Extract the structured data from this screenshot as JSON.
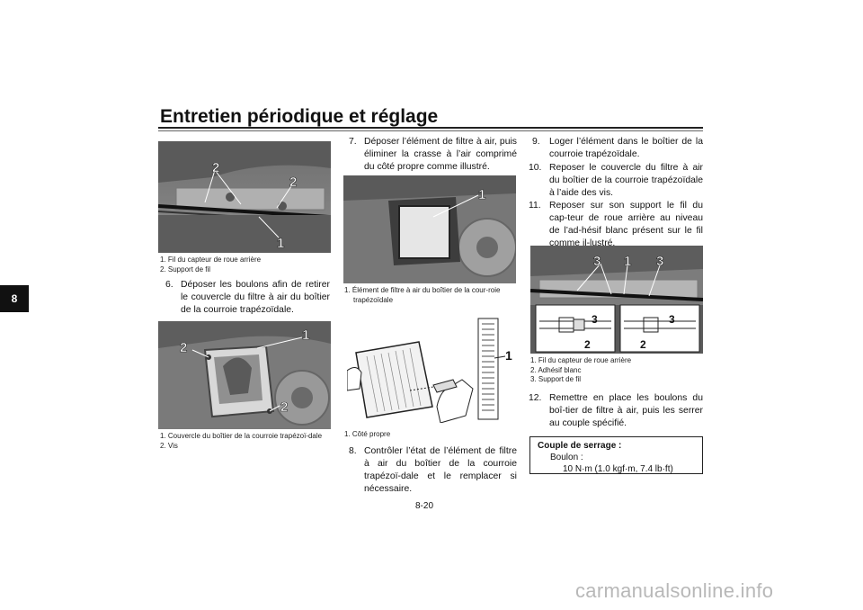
{
  "header": {
    "title": "Entretien périodique et réglage"
  },
  "chapter_tab": "8",
  "page_number": "8-20",
  "figures": {
    "fig1": {
      "callouts": [
        "2",
        "2",
        "1"
      ],
      "captions": [
        "1. Fil du capteur de roue arrière",
        "2. Support de fil"
      ]
    },
    "fig2": {
      "callouts": [
        "1",
        "2",
        "2"
      ],
      "captions": [
        "1. Couvercle du boîtier de la courroie trapézoï-dale",
        "2. Vis"
      ]
    },
    "fig3": {
      "callouts": [
        "1"
      ],
      "captions": [
        "1. Élément de filtre à air du boîtier de la cour-roie trapézoïdale"
      ]
    },
    "fig4": {
      "callouts": [
        "1"
      ],
      "captions": [
        "1. Côté propre"
      ]
    },
    "fig5": {
      "callouts": [
        "3",
        "1",
        "3",
        "3",
        "2",
        "3",
        "2"
      ],
      "captions": [
        "1. Fil du capteur de roue arrière",
        "2. Adhésif blanc",
        "3. Support de fil"
      ]
    }
  },
  "steps": [
    {
      "num": "6.",
      "text": "Déposer les boulons afin de retirer le couvercle du filtre à air du boîtier de la courroie trapézoïdale."
    },
    {
      "num": "7.",
      "text": "Déposer l’élément de filtre à air, puis éliminer la crasse à l’air comprimé du côté propre comme illustré."
    },
    {
      "num": "8.",
      "text": "Contrôler l’état de l’élément de filtre à air du boîtier de la courroie trapézoï-dale et le remplacer si nécessaire."
    },
    {
      "num": "9.",
      "text": "Loger l’élément dans le boîtier de la courroie trapézoïdale."
    },
    {
      "num": "10.",
      "text": "Reposer le couvercle du filtre à air du boîtier de la courroie trapézoïdale à l’aide des vis."
    },
    {
      "num": "11.",
      "text": "Reposer sur son support le fil du cap-teur de roue arrière au niveau de l’ad-hésif blanc présent sur le fil comme il-lustré."
    },
    {
      "num": "12.",
      "text": "Remettre en place les boulons du boî-tier de filtre à air, puis les serrer au couple spécifié."
    }
  ],
  "torque": {
    "heading": "Couple de serrage :",
    "item": "Boulon :",
    "value": "10 N·m (1.0 kgf·m, 7.4 lb·ft)"
  },
  "watermark": "carmanualsonline.info"
}
